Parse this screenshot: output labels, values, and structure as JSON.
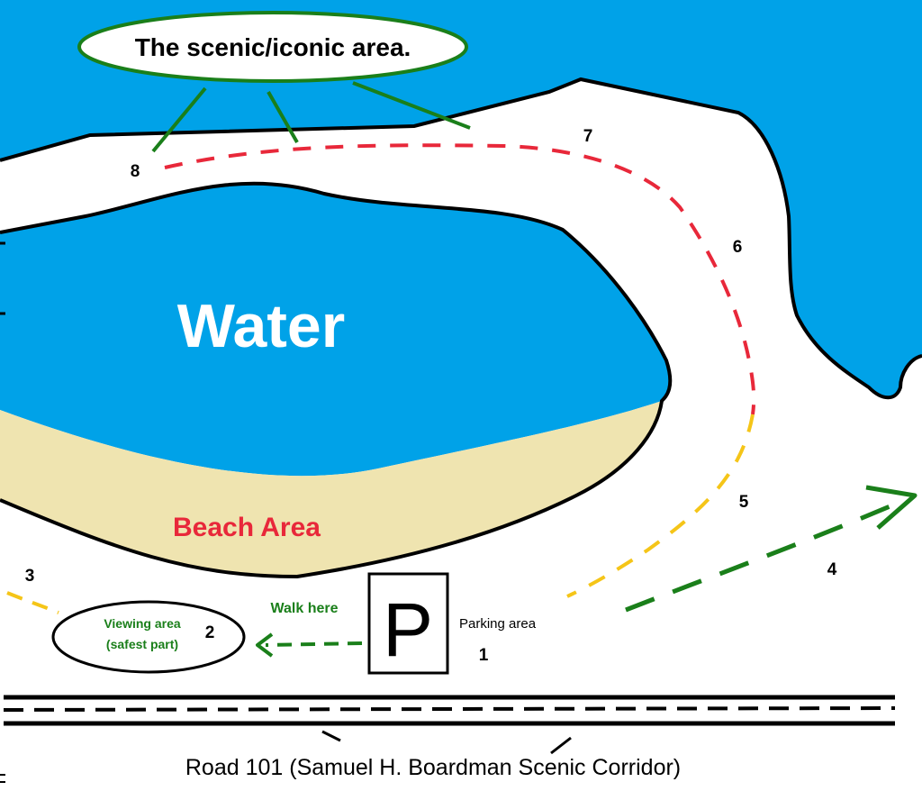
{
  "title_callout": "The scenic/iconic area.",
  "water_label": "Water",
  "beach_label": "Beach Area",
  "parking": {
    "sign": "P",
    "label": "Parking area"
  },
  "viewing_area": {
    "line1": "Viewing area",
    "line2": "(safest part)"
  },
  "walk_here_label": "Walk here",
  "road_label": "Road 101 (Samuel H. Boardman Scenic Corridor)",
  "route_points": [
    "1",
    "2",
    "3",
    "4",
    "5",
    "6",
    "7",
    "8"
  ],
  "colors": {
    "ocean": "#00a2e8",
    "sand": "#efe4b0",
    "land": "#ffffff",
    "outline": "#000000",
    "green_path": "#1a7f1a",
    "red_path": "#e8283a",
    "yellow_path": "#f5c518",
    "water_text": "#ffffff",
    "beach_text": "#e8283a",
    "viewing_text": "#1a7f1a",
    "callout_border": "#1a7f1a"
  }
}
